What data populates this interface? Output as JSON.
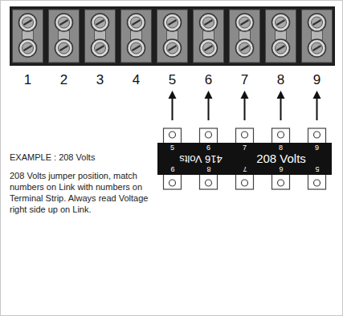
{
  "diagram": {
    "labels": [
      "1",
      "2",
      "3",
      "4",
      "5",
      "6",
      "7",
      "8",
      "9",
      "EXAMPLE : 208 Volts",
      "208 Volts jumper position, match numbers on Link with numbers on Terminal Strip. Always read Voltage right side up on Link.",
      "5",
      "6",
      "7",
      "8",
      "9",
      "416 Volts",
      "208 Volts",
      "9",
      "8",
      "7",
      "6",
      "5"
    ]
  }
}
